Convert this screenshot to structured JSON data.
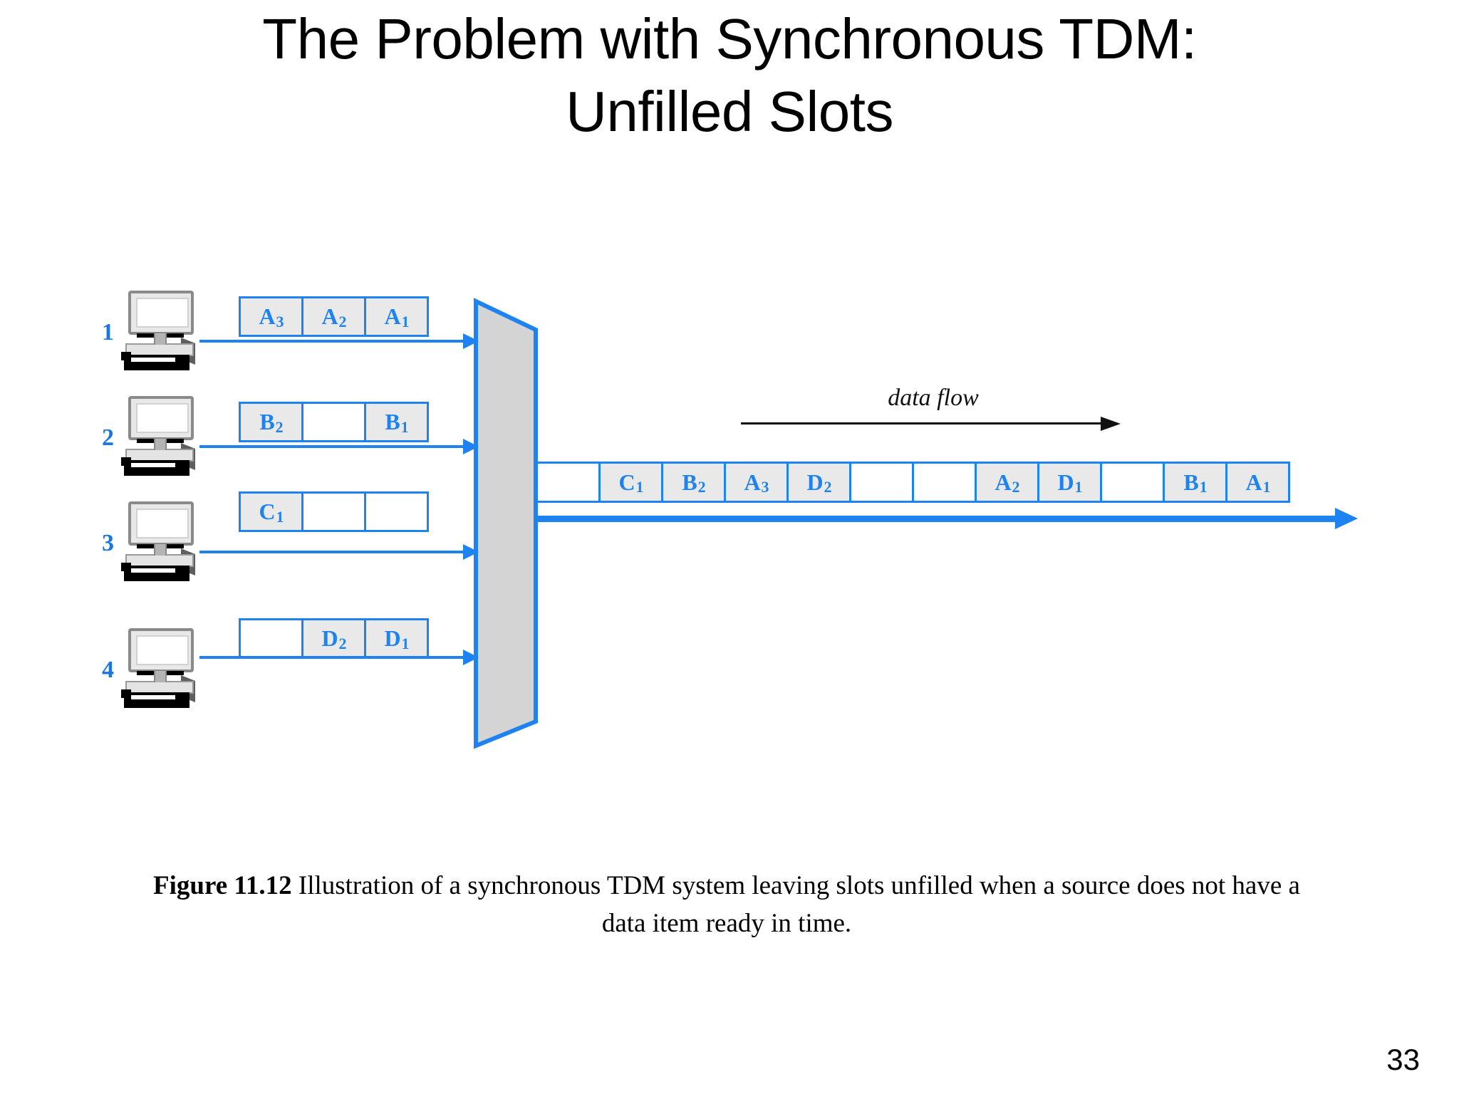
{
  "slide": {
    "title_line1": "The Problem with Synchronous TDM:",
    "title_line2": "Unfilled Slots",
    "page_number": "33"
  },
  "figure": {
    "caption_figure_number": "Figure 11.12",
    "caption_text": " Illustration of a synchronous TDM system leaving slots unfilled when a source does not have a data item ready in time.",
    "data_flow_label": "data flow",
    "multiplexer_fill": "#d4d4d4",
    "accent_color": "#1e82f0",
    "filled_cell_color": "#e9e9e9",
    "empty_cell_color": "#ffffff",
    "sources": [
      {
        "label": "1",
        "cells": [
          {
            "base": "A",
            "sub": "3",
            "filled": true
          },
          {
            "base": "A",
            "sub": "2",
            "filled": true
          },
          {
            "base": "A",
            "sub": "1",
            "filled": true
          }
        ]
      },
      {
        "label": "2",
        "cells": [
          {
            "base": "B",
            "sub": "2",
            "filled": true
          },
          {
            "base": "",
            "sub": "",
            "filled": false
          },
          {
            "base": "B",
            "sub": "1",
            "filled": true
          }
        ]
      },
      {
        "label": "3",
        "cells": [
          {
            "base": "C",
            "sub": "1",
            "filled": true
          },
          {
            "base": "",
            "sub": "",
            "filled": false
          },
          {
            "base": "",
            "sub": "",
            "filled": false
          }
        ]
      },
      {
        "label": "4",
        "cells": [
          {
            "base": "",
            "sub": "",
            "filled": false
          },
          {
            "base": "D",
            "sub": "2",
            "filled": true
          },
          {
            "base": "D",
            "sub": "1",
            "filled": true
          }
        ]
      }
    ],
    "output_stream": [
      {
        "base": "",
        "sub": "",
        "filled": false
      },
      {
        "base": "C",
        "sub": "1",
        "filled": true
      },
      {
        "base": "B",
        "sub": "2",
        "filled": true
      },
      {
        "base": "A",
        "sub": "3",
        "filled": true
      },
      {
        "base": "D",
        "sub": "2",
        "filled": true
      },
      {
        "base": "",
        "sub": "",
        "filled": false
      },
      {
        "base": "",
        "sub": "",
        "filled": false
      },
      {
        "base": "A",
        "sub": "2",
        "filled": true
      },
      {
        "base": "D",
        "sub": "1",
        "filled": true
      },
      {
        "base": "",
        "sub": "",
        "filled": false
      },
      {
        "base": "B",
        "sub": "1",
        "filled": true
      },
      {
        "base": "A",
        "sub": "1",
        "filled": true
      }
    ]
  }
}
